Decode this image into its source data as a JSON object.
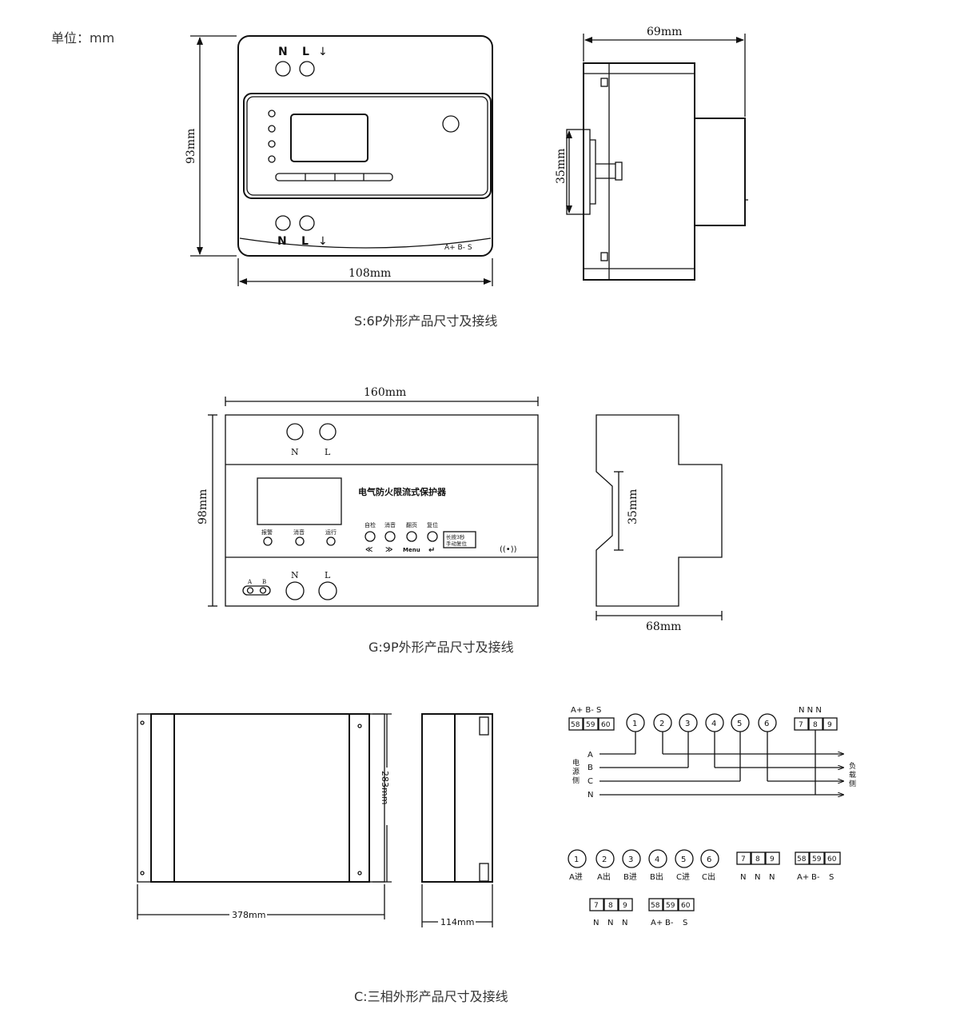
{
  "unit_label": "单位：mm",
  "captions": {
    "s6p": "S:6P外形产品尺寸及接线",
    "g9p": "G:9P外形产品尺寸及接线",
    "c3": "C:三相外形产品尺寸及接线"
  },
  "s6p": {
    "dim_height": "93mm",
    "dim_width": "108mm",
    "dim_depth": "69mm",
    "dim_rail": "35mm",
    "term_N": "N",
    "term_L": "L",
    "arrow": "↓",
    "bus_label": "A+ B- S"
  },
  "g9p": {
    "dim_width": "160mm",
    "dim_height": "98mm",
    "dim_depth": "68mm",
    "dim_rail": "35mm",
    "term_N": "N",
    "term_L": "L",
    "product_name": "电气防火限流式保护器",
    "led_labels": [
      "报警",
      "消音",
      "运行"
    ],
    "btn_labels": [
      "自检",
      "消音",
      "翻页",
      "复位"
    ],
    "btn_glyphs": [
      "≪",
      "≫",
      "Menu",
      "↵"
    ],
    "reset_note_1": "长按3秒",
    "reset_note_2": "手动复位",
    "wireless": "((•))",
    "bus_A": "A",
    "bus_B": "B"
  },
  "c3": {
    "dim_width": "378mm",
    "dim_height": "283mm",
    "dim_depth": "114mm"
  },
  "wiring": {
    "bus_term_label": "A+ B-  S",
    "bus_terms": [
      "58",
      "59",
      "60"
    ],
    "n_term_label": "N  N  N",
    "n_terms": [
      "7",
      "8",
      "9"
    ],
    "circle_terms": [
      "1",
      "2",
      "3",
      "4",
      "5",
      "6"
    ],
    "phases": [
      "A",
      "B",
      "C",
      "N"
    ],
    "source_side": "电源侧",
    "load_side": "负载侧",
    "legend_labels": [
      "A进",
      "A出",
      "B进",
      "B出",
      "C进",
      "C出"
    ],
    "legend_n_labels": [
      "N",
      "N",
      "N"
    ],
    "legend_bus_labels": [
      "A+",
      "B-",
      "S"
    ]
  }
}
